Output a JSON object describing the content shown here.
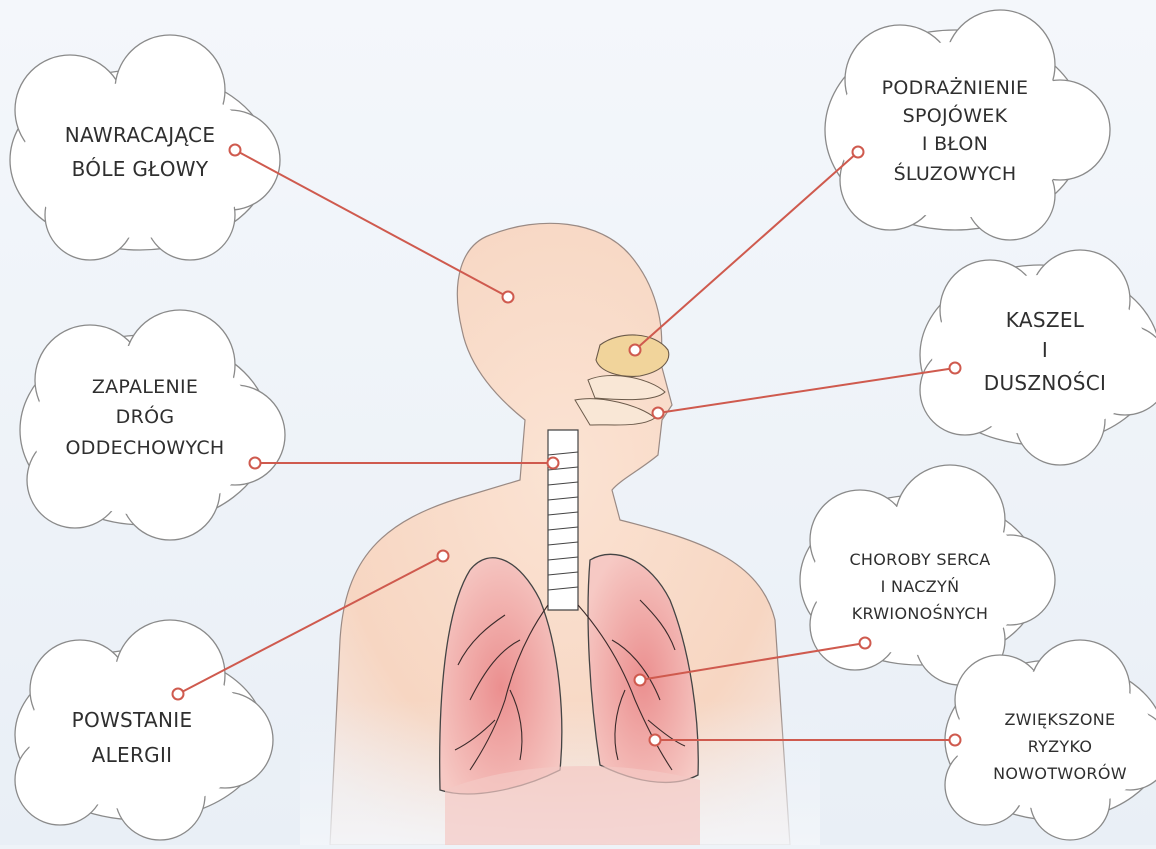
{
  "labels": {
    "headaches": [
      "NAWRACAJĄCE",
      "BÓLE GŁOWY"
    ],
    "irritation": [
      "PODRAŻNIENIE",
      "SPOJÓWEK",
      "I BŁON",
      "ŚLUZOWYCH"
    ],
    "cough": [
      "KASZEL",
      "I",
      "DUSZNOŚCI"
    ],
    "airways": [
      "ZAPALENIE",
      "DRÓG",
      "ODDECHOWYCH"
    ],
    "heart": [
      "CHOROBY SERCA",
      "I NACZYŃ",
      "KRWIONOŚNYCH"
    ],
    "allergy": [
      "POWSTANIE",
      "ALERGII"
    ],
    "cancer": [
      "ZWIĘKSZONE",
      "RYZYKO",
      "NOWOTWORÓW"
    ]
  },
  "colors": {
    "background": "#eef3f8",
    "skin": "#f8d7c4",
    "lung": "#ec9c9c",
    "nose": "#f1d49b",
    "leader": "#cf5a4e"
  }
}
